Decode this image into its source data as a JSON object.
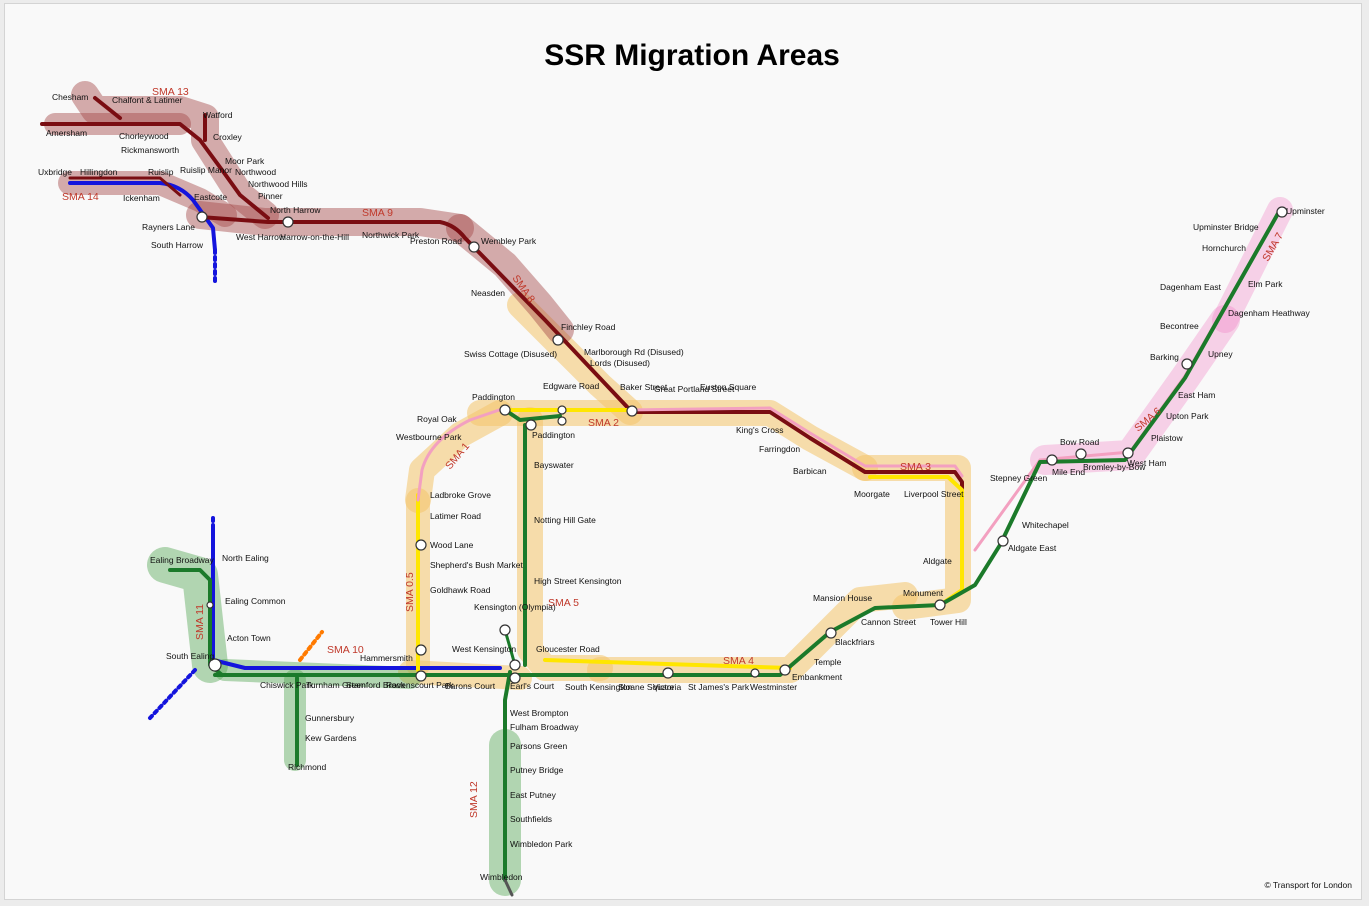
{
  "title": "SSR Migration Areas",
  "credit": "© Transport for London",
  "colors": {
    "metropolitan": "#7a0d12",
    "piccadilly": "#1414dd",
    "district": "#1b7a2a",
    "circle": "#ffe600",
    "hammersmith_city": "#f3a0c0",
    "overground": "#ff7a00",
    "zone_label": "#c0392b",
    "zone_amber": "#f4c46a",
    "zone_maroon": "#a34a4a",
    "zone_green": "#4fa54f",
    "zone_pink": "#f07ac0"
  },
  "zones": [
    "SMA 13",
    "SMA 14",
    "SMA 9",
    "SMA 8",
    "SMA 2",
    "SMA 1",
    "SMA 0.5",
    "SMA 3",
    "SMA 4",
    "SMA 5",
    "SMA 10",
    "SMA 11",
    "SMA 12",
    "SMA 6",
    "SMA 7"
  ],
  "stations": [
    "Chesham",
    "Chalfont & Latimer",
    "Amersham",
    "Chorleywood",
    "Rickmansworth",
    "Watford",
    "Croxley",
    "Moor Park",
    "Northwood",
    "Northwood Hills",
    "Pinner",
    "North Harrow",
    "Harrow-on-the-Hill",
    "West Harrow",
    "Rayners Lane",
    "South Harrow",
    "Eastcote",
    "Ruislip Manor",
    "Ruislip",
    "Ickenham",
    "Hillingdon",
    "Uxbridge",
    "Northwick Park",
    "Preston Road",
    "Wembley Park",
    "Neasden",
    "Finchley Road",
    "Swiss Cottage (Disused)",
    "Marlborough Rd (Disused)",
    "Lords (Disused)",
    "Baker Street",
    "Great Portland Street",
    "Euston Square",
    "Edgware Road",
    "Paddington",
    "Royal Oak",
    "Westbourne Park",
    "Ladbroke Grove",
    "Latimer Road",
    "Wood Lane",
    "Shepherd's Bush Market",
    "Goldhawk Road",
    "Hammersmith",
    "Bayswater",
    "Notting Hill Gate",
    "High Street Kensington",
    "Kensington (Olympia)",
    "Gloucester Road",
    "West Kensington",
    "Barons Court",
    "Earl's Court",
    "South Kensington",
    "Sloane Square",
    "Victoria",
    "St James's Park",
    "Westminster",
    "Embankment",
    "Temple",
    "Blackfriars",
    "Mansion House",
    "Cannon Street",
    "Monument",
    "Tower Hill",
    "Aldgate",
    "Aldgate East",
    "Whitechapel",
    "Stepney Green",
    "Mile End",
    "Bow Road",
    "Bromley-by-Bow",
    "West Ham",
    "Plaistow",
    "Upton Park",
    "East Ham",
    "Barking",
    "Upney",
    "Becontree",
    "Dagenham Heathway",
    "Dagenham East",
    "Elm Park",
    "Hornchurch",
    "Upminster Bridge",
    "Upminster",
    "King's Cross",
    "Farringdon",
    "Barbican",
    "Moorgate",
    "Liverpool Street",
    "Ealing Broadway",
    "North Ealing",
    "Ealing Common",
    "Acton Town",
    "South Ealing",
    "Chiswick Park",
    "Turnham Green",
    "Stamford Brook",
    "Ravenscourt Park",
    "Gunnersbury",
    "Kew Gardens",
    "Richmond",
    "West Brompton",
    "Fulham Broadway",
    "Parsons Green",
    "Putney Bridge",
    "East Putney",
    "Southfields",
    "Wimbledon Park",
    "Wimbledon"
  ]
}
